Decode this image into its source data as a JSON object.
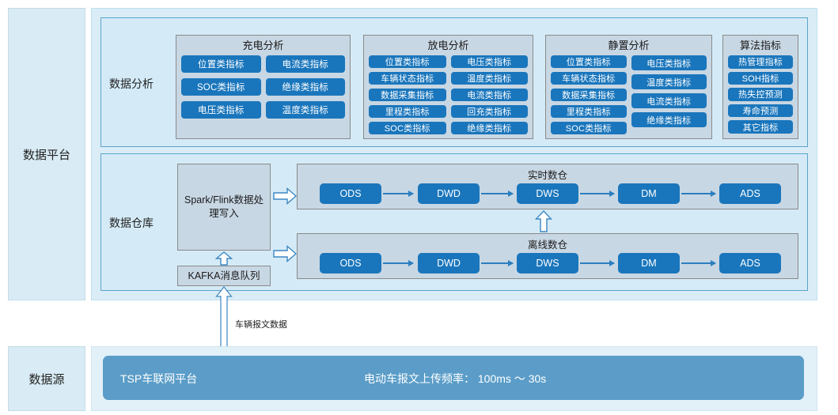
{
  "rails": {
    "platform": "数据平台",
    "source": "数据源"
  },
  "rows": {
    "analysis_label": "数据分析",
    "warehouse_label": "数据仓库"
  },
  "analysis_groups": [
    {
      "id": "charge",
      "title": "充电分析",
      "columns": [
        [
          "位置类指标",
          "SOC类指标",
          "电压类指标"
        ],
        [
          "电流类指标",
          "绝缘类指标",
          "温度类指标"
        ]
      ]
    },
    {
      "id": "discharge",
      "title": "放电分析",
      "columns": [
        [
          "位置类指标",
          "车辆状态指标",
          "数据采集指标",
          "里程类指标",
          "SOC类指标"
        ],
        [
          "电压类指标",
          "温度类指标",
          "电流类指标",
          "回充类指标",
          "绝缘类指标"
        ]
      ]
    },
    {
      "id": "idle",
      "title": "静置分析",
      "columns": [
        [
          "位置类指标",
          "车辆状态指标",
          "数据采集指标",
          "里程类指标",
          "SOC类指标"
        ],
        [
          "电压类指标",
          "温度类指标",
          "电流类指标",
          "绝缘类指标"
        ]
      ]
    },
    {
      "id": "algo",
      "title": "算法指标",
      "columns": [
        [
          "热管理指标",
          "SOH指标",
          "热失控预测",
          "寿命预测",
          "其它指标"
        ]
      ]
    }
  ],
  "warehouse": {
    "spark_box": "Spark/Flink数据处理写入",
    "kafka_box": "KAFKA消息队列",
    "vehicle_msg_label": "车辆报文数据",
    "rows": [
      {
        "id": "realtime",
        "title": "实时数仓",
        "stages": [
          "ODS",
          "DWD",
          "DWS",
          "DM",
          "ADS"
        ]
      },
      {
        "id": "offline",
        "title": "离线数仓",
        "stages": [
          "ODS",
          "DWD",
          "DWS",
          "DM",
          "ADS"
        ]
      }
    ]
  },
  "data_source": {
    "platform_name": "TSP车联网平台",
    "frequency_text": "电动车报文上传频率： 100ms ～ 30s"
  },
  "colors": {
    "pill_blue": "#1a76bc",
    "panel_blue": "#daedf7",
    "group_gray": "#c8d7e4",
    "tsp_bar": "#5b9dc8"
  }
}
